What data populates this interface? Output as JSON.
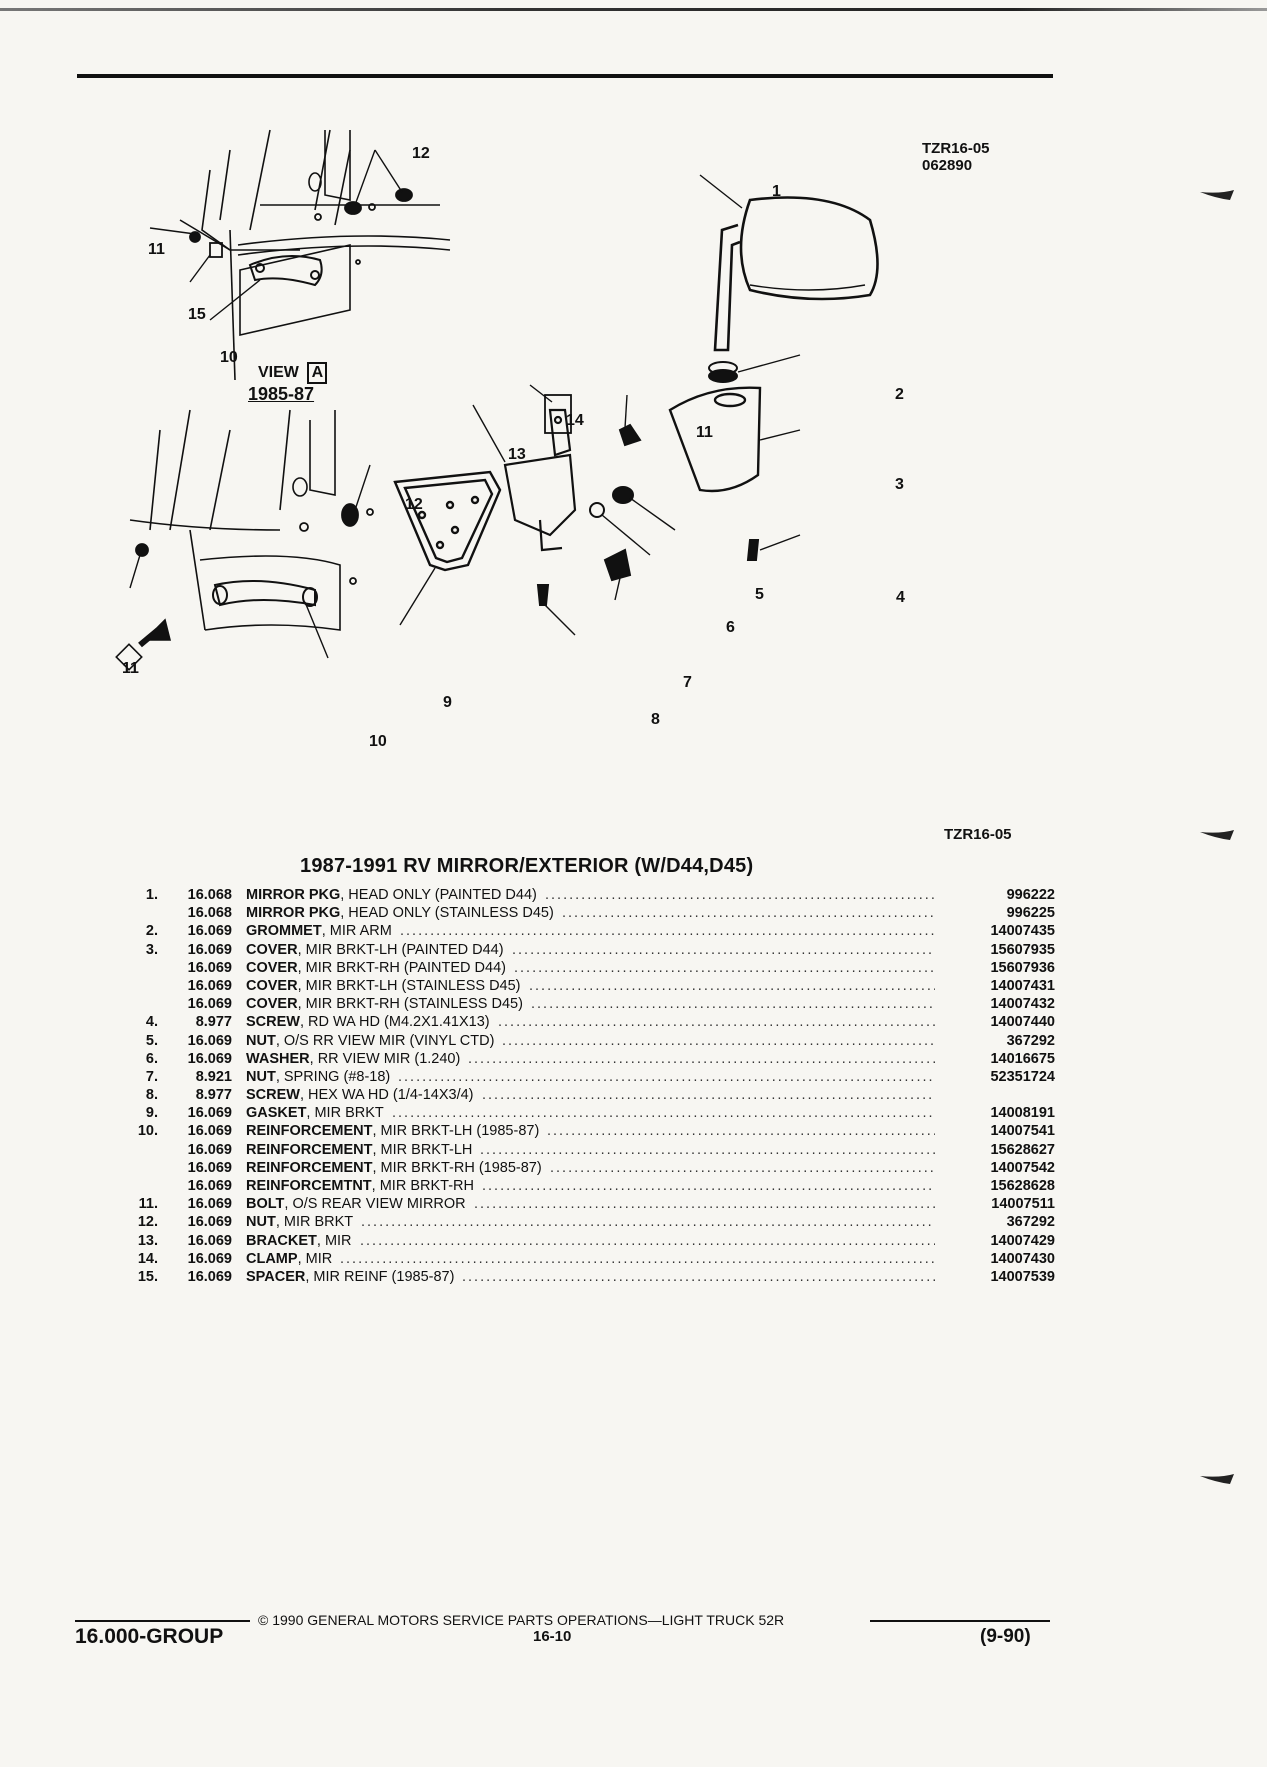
{
  "ref_top": [
    "TZR16-05",
    "062890"
  ],
  "ref_mid": "TZR16-05",
  "view_label": "VIEW",
  "view_letter": "A",
  "view_years": "1985-87",
  "callouts": [
    "1",
    "2",
    "3",
    "4",
    "5",
    "6",
    "7",
    "8",
    "9",
    "10",
    "11",
    "12",
    "13",
    "14",
    "15"
  ],
  "title": "1987-1991 RV MIRROR/EXTERIOR (W/D44,D45)",
  "parts": [
    {
      "no": "1.",
      "group": "16.068",
      "name": "MIRROR PKG",
      "desc": ", HEAD ONLY (PAINTED D44)",
      "pn": "996222"
    },
    {
      "no": "",
      "group": "16.068",
      "name": "MIRROR PKG",
      "desc": ", HEAD ONLY (STAINLESS D45)",
      "pn": "996225"
    },
    {
      "no": "2.",
      "group": "16.069",
      "name": "GROMMET",
      "desc": ", MIR ARM",
      "pn": "14007435"
    },
    {
      "no": "3.",
      "group": "16.069",
      "name": "COVER",
      "desc": ", MIR BRKT-LH (PAINTED D44)",
      "pn": "15607935"
    },
    {
      "no": "",
      "group": "16.069",
      "name": "COVER",
      "desc": ", MIR BRKT-RH (PAINTED D44)",
      "pn": "15607936"
    },
    {
      "no": "",
      "group": "16.069",
      "name": "COVER",
      "desc": ", MIR BRKT-LH (STAINLESS D45)",
      "pn": "14007431"
    },
    {
      "no": "",
      "group": "16.069",
      "name": "COVER",
      "desc": ", MIR BRKT-RH (STAINLESS D45)",
      "pn": "14007432"
    },
    {
      "no": "4.",
      "group": "8.977",
      "name": "SCREW",
      "desc": ", RD WA HD (M4.2X1.41X13)",
      "pn": "14007440"
    },
    {
      "no": "5.",
      "group": "16.069",
      "name": "NUT",
      "desc": ", O/S RR VIEW MIR (VINYL CTD)",
      "pn": "367292"
    },
    {
      "no": "6.",
      "group": "16.069",
      "name": "WASHER",
      "desc": ", RR VIEW MIR (1.240)",
      "pn": "14016675"
    },
    {
      "no": "7.",
      "group": "8.921",
      "name": "NUT",
      "desc": ", SPRING (#8-18)",
      "pn": "52351724"
    },
    {
      "no": "8.",
      "group": "8.977",
      "name": "SCREW",
      "desc": ", HEX WA HD (1/4-14X3/4)",
      "pn": ""
    },
    {
      "no": "9.",
      "group": "16.069",
      "name": "GASKET",
      "desc": ", MIR BRKT",
      "pn": "14008191"
    },
    {
      "no": "10.",
      "group": "16.069",
      "name": "REINFORCEMENT",
      "desc": ", MIR BRKT-LH (1985-87)",
      "pn": "14007541"
    },
    {
      "no": "",
      "group": "16.069",
      "name": "REINFORCEMENT",
      "desc": ", MIR BRKT-LH",
      "pn": "15628627"
    },
    {
      "no": "",
      "group": "16.069",
      "name": "REINFORCEMENT",
      "desc": ", MIR BRKT-RH (1985-87)",
      "pn": "14007542"
    },
    {
      "no": "",
      "group": "16.069",
      "name": "REINFORCEMTNT",
      "desc": ", MIR BRKT-RH",
      "pn": "15628628"
    },
    {
      "no": "11.",
      "group": "16.069",
      "name": "BOLT",
      "desc": ", O/S REAR VIEW MIRROR",
      "pn": "14007511"
    },
    {
      "no": "12.",
      "group": "16.069",
      "name": "NUT",
      "desc": ", MIR BRKT",
      "pn": "367292"
    },
    {
      "no": "13.",
      "group": "16.069",
      "name": "BRACKET",
      "desc": ", MIR",
      "pn": "14007429"
    },
    {
      "no": "14.",
      "group": "16.069",
      "name": "CLAMP",
      "desc": ", MIR",
      "pn": "14007430"
    },
    {
      "no": "15.",
      "group": "16.069",
      "name": "SPACER",
      "desc": ", MIR REINF (1985-87)",
      "pn": "14007539"
    }
  ],
  "footer": {
    "copyright": "© 1990 GENERAL MOTORS SERVICE PARTS OPERATIONS—LIGHT TRUCK 52R",
    "group": "16.000-GROUP",
    "page": "16-10",
    "date": "(9-90)"
  }
}
